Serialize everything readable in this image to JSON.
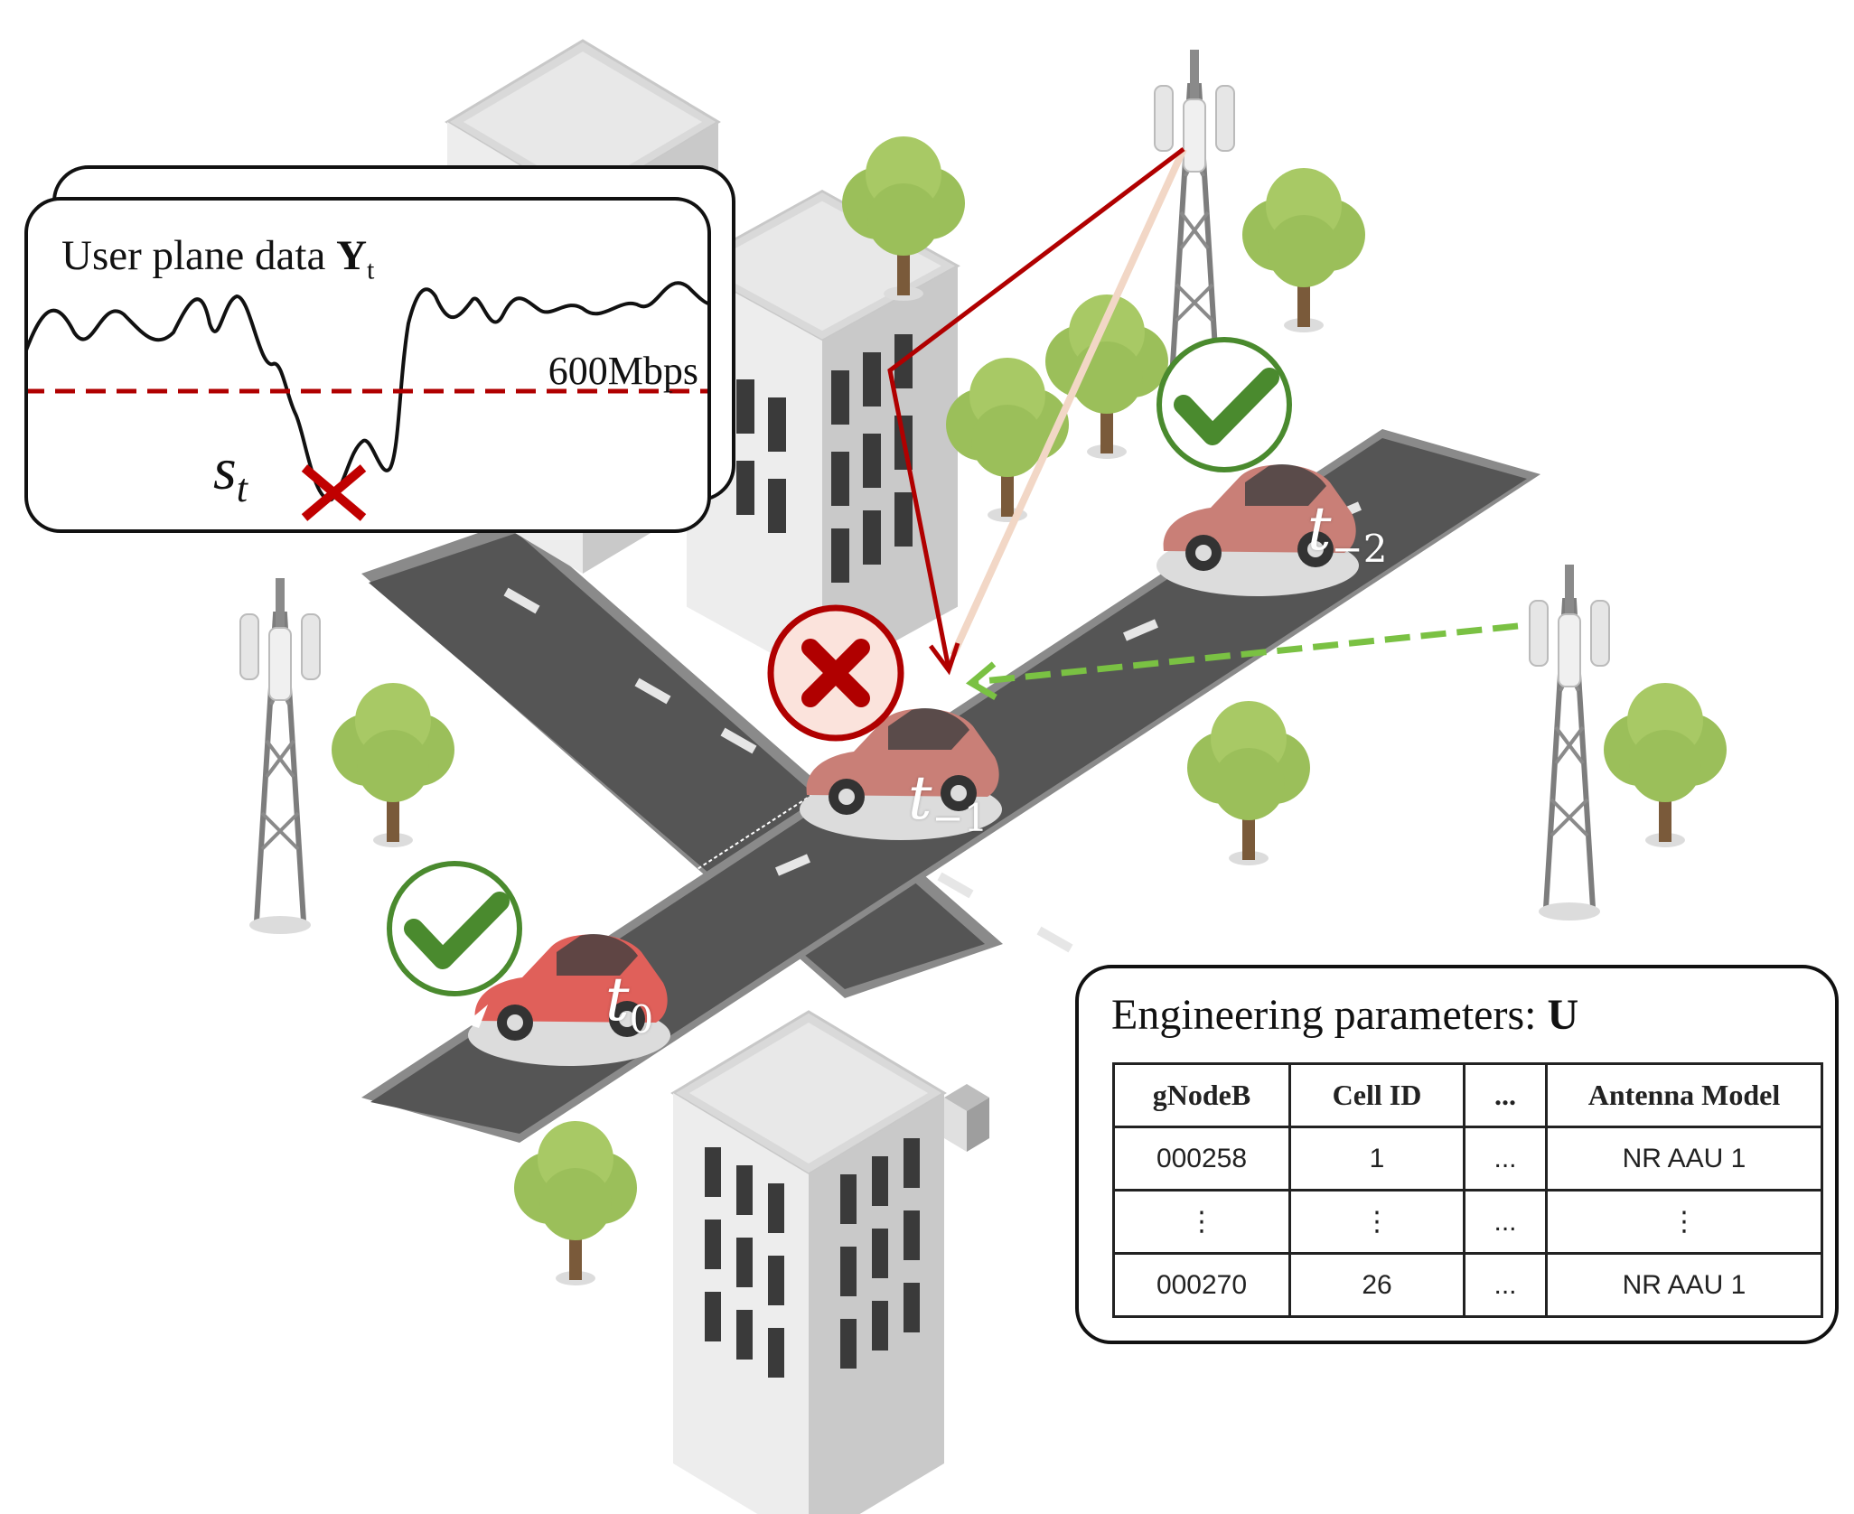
{
  "colors": {
    "road": "#555555",
    "building": "#e6e6e6",
    "tree": "#9bbf5a",
    "car": "#c97f77",
    "car_active": "#e0605a",
    "fail_red": "#b00000",
    "ok_green": "#4a8a2e",
    "handover_green": "#7ac143",
    "link_beige": "#f2d7c6"
  },
  "icons": {
    "ok": "check-circle-icon",
    "fail": "x-circle-icon",
    "tower": "cell-tower-icon",
    "tree": "tree-icon",
    "building": "building-icon",
    "car": "car-icon"
  },
  "throughput_panel": {
    "title_text": "User plane data ",
    "title_symbol": "Y",
    "title_subscript": "t",
    "threshold_label": "600Mbps",
    "sample_symbol": "s",
    "sample_subscript": "t"
  },
  "car_labels": {
    "t0_symbol": "t",
    "t0_sub": "0",
    "t1_symbol": "t",
    "t1_sub": "−1",
    "t2_symbol": "t",
    "t2_sub": "−2"
  },
  "engineering_panel": {
    "title_text": "Engineering parameters:  ",
    "title_symbol": "U",
    "columns": [
      "gNodeB",
      "Cell ID",
      "...",
      "Antenna Model"
    ],
    "rows": [
      [
        "000258",
        "1",
        "...",
        "NR AAU 1"
      ],
      [
        "⋮",
        "⋮",
        "...",
        "⋮"
      ],
      [
        "000270",
        "26",
        "...",
        "NR AAU 1"
      ]
    ]
  }
}
